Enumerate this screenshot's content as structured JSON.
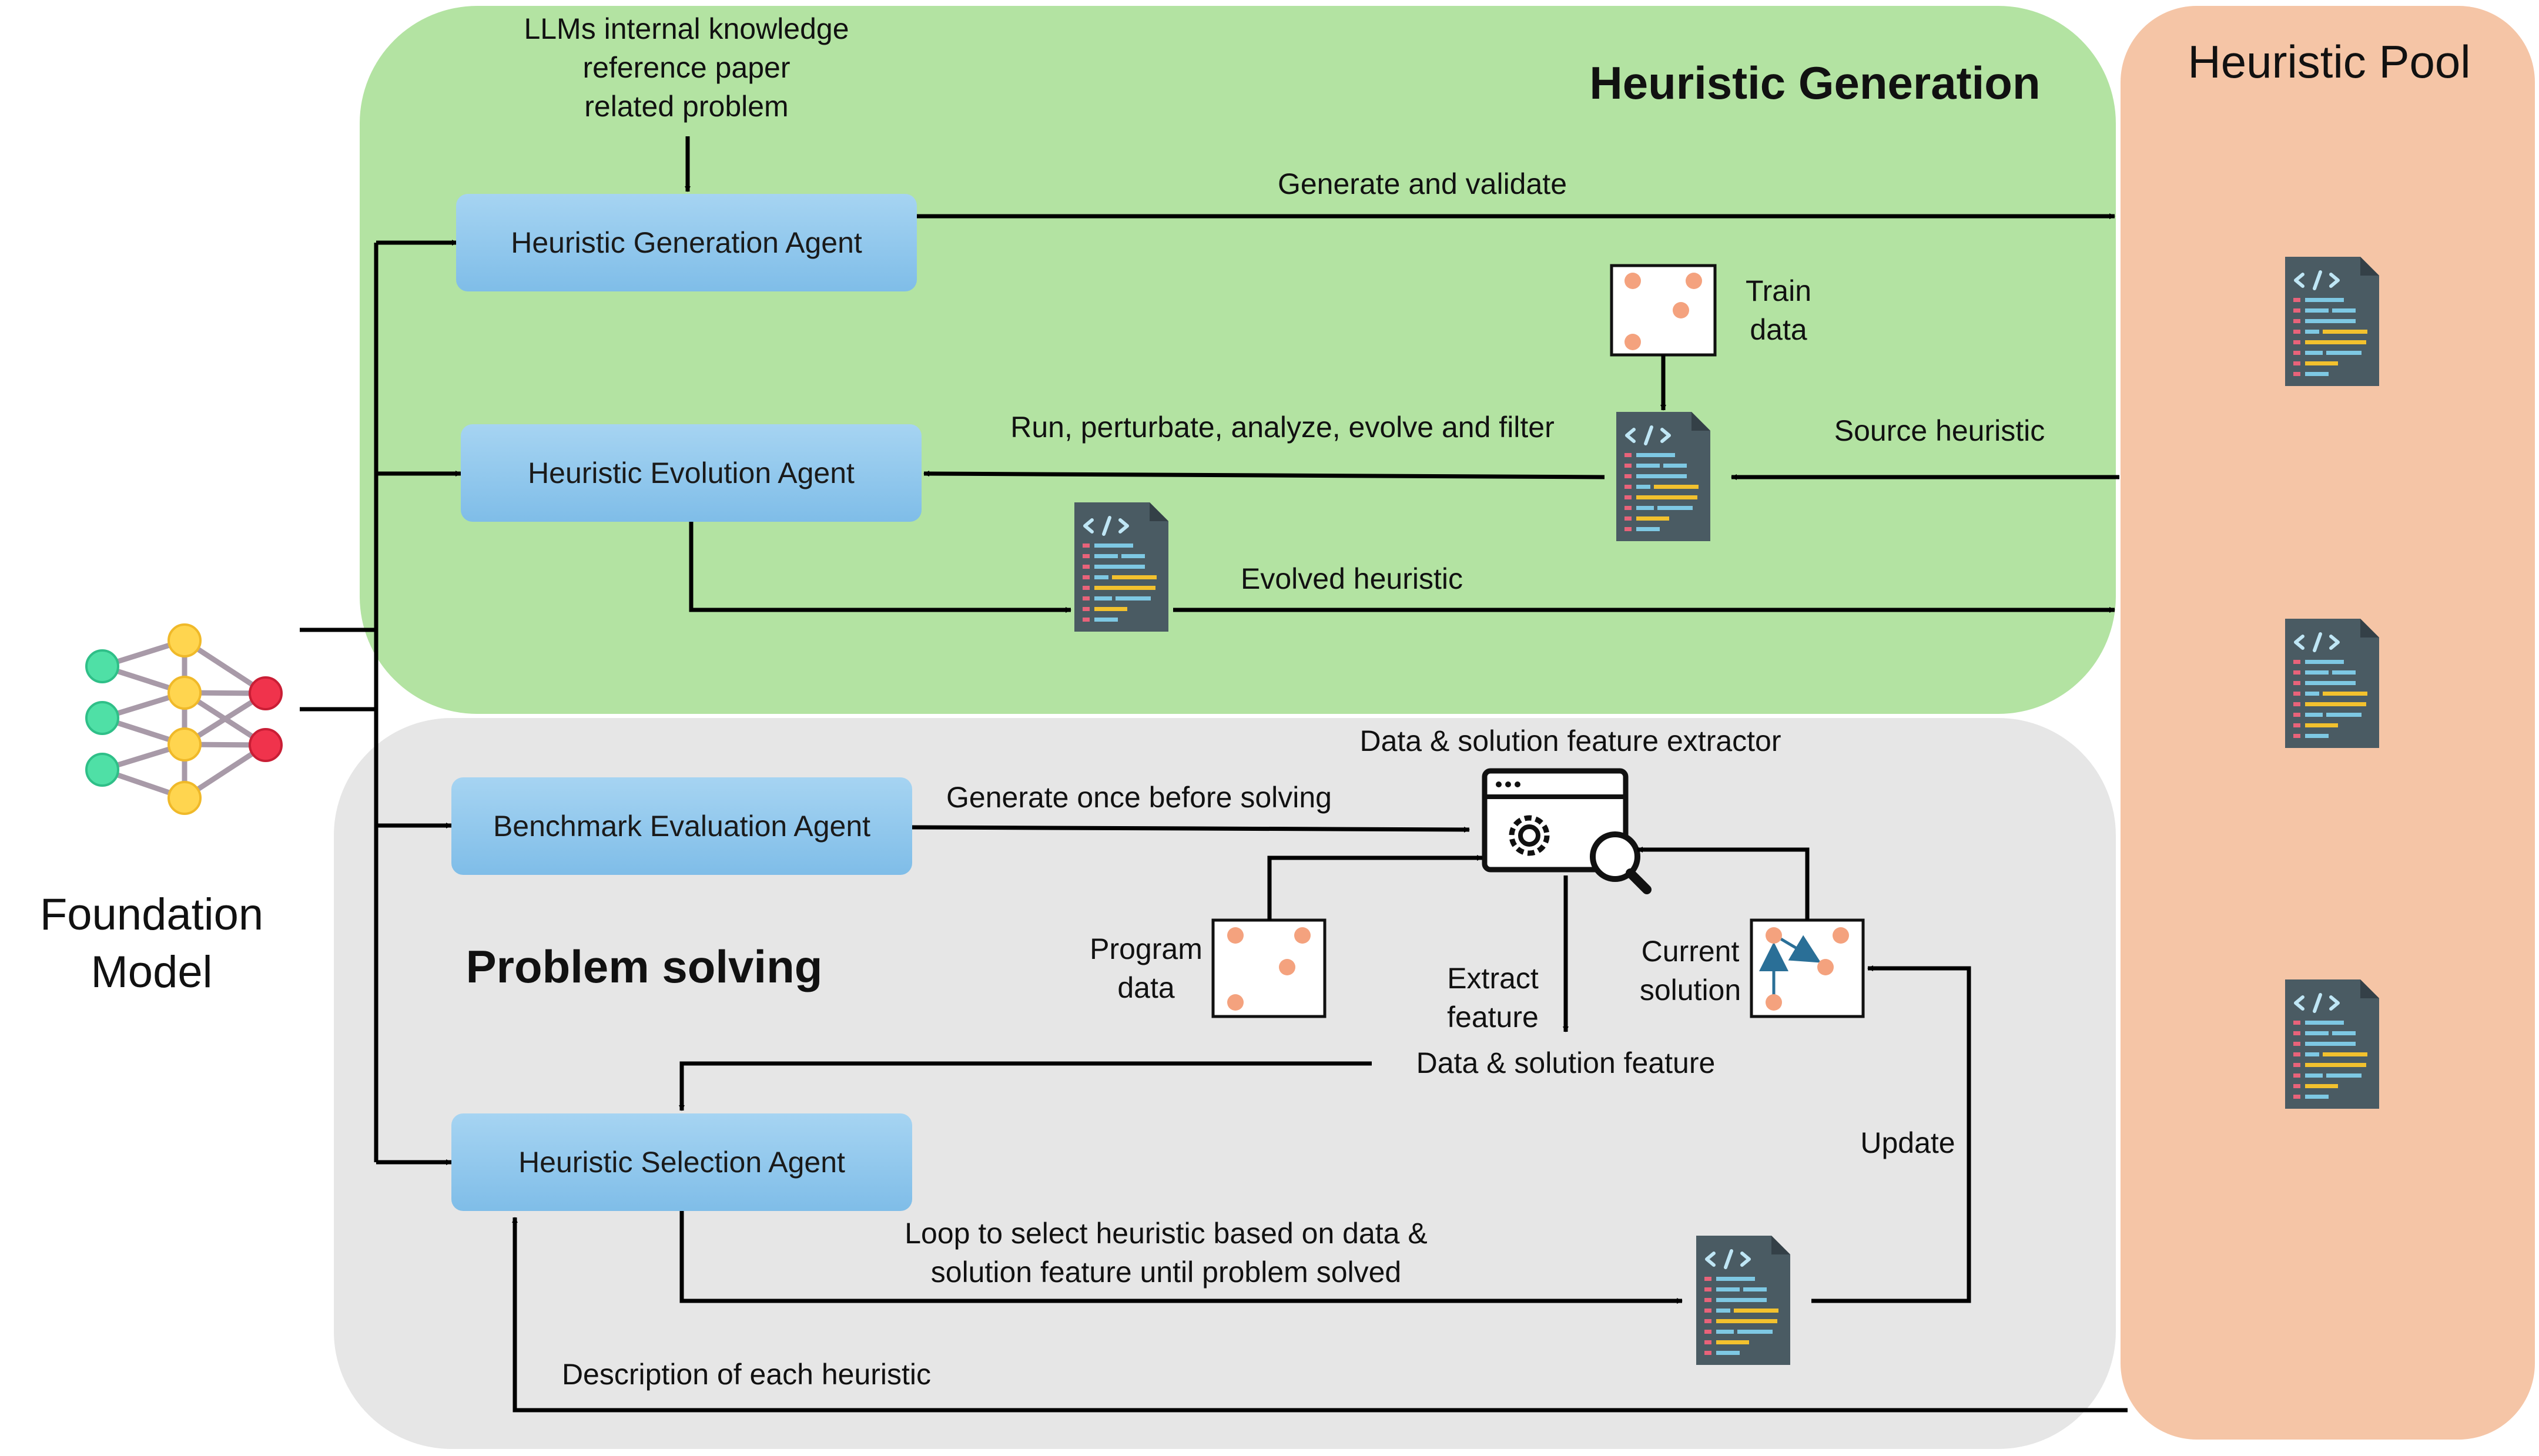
{
  "colors": {
    "generation_bg": "#b3e3a2",
    "solving_bg": "#e6e6e6",
    "pool_bg": "#f5c5a6",
    "agent_fill": "#8fc8ee",
    "doc_body": "#4a5b63",
    "arrow": "#000000"
  },
  "foundation_model": {
    "line1": "Foundation",
    "line2": "Model",
    "icon": "neural-network-icon"
  },
  "heuristic_generation": {
    "title": "Heuristic Generation",
    "sources": [
      "LLMs internal knowledge",
      "reference paper",
      "related problem"
    ],
    "generation_agent": "Heuristic Generation Agent",
    "evolution_agent": "Heuristic Evolution Agent",
    "generate_validate": "Generate and validate",
    "train_data": [
      "Train",
      "data"
    ],
    "run_label": "Run, perturbate, analyze, evolve and filter",
    "source_heuristic": "Source heuristic",
    "evolved_heuristic": "Evolved heuristic"
  },
  "problem_solving": {
    "title": "Problem solving",
    "benchmark_agent": "Benchmark Evaluation Agent",
    "selection_agent": "Heuristic Selection Agent",
    "generate_once": "Generate  once before solving",
    "extractor": "Data & solution feature extractor",
    "program_data": [
      "Program",
      "data"
    ],
    "current_solution": [
      "Current",
      "solution"
    ],
    "extract_feature": [
      "Extract",
      "feature"
    ],
    "feature_label": "Data & solution feature",
    "loop_label": [
      "Loop to select heuristic based on data &",
      "solution feature until problem solved"
    ],
    "update": "Update",
    "description": "Description of each heuristic"
  },
  "heuristic_pool": {
    "title": "Heuristic Pool",
    "icons": [
      "code-file-icon",
      "code-file-icon",
      "code-file-icon"
    ]
  }
}
